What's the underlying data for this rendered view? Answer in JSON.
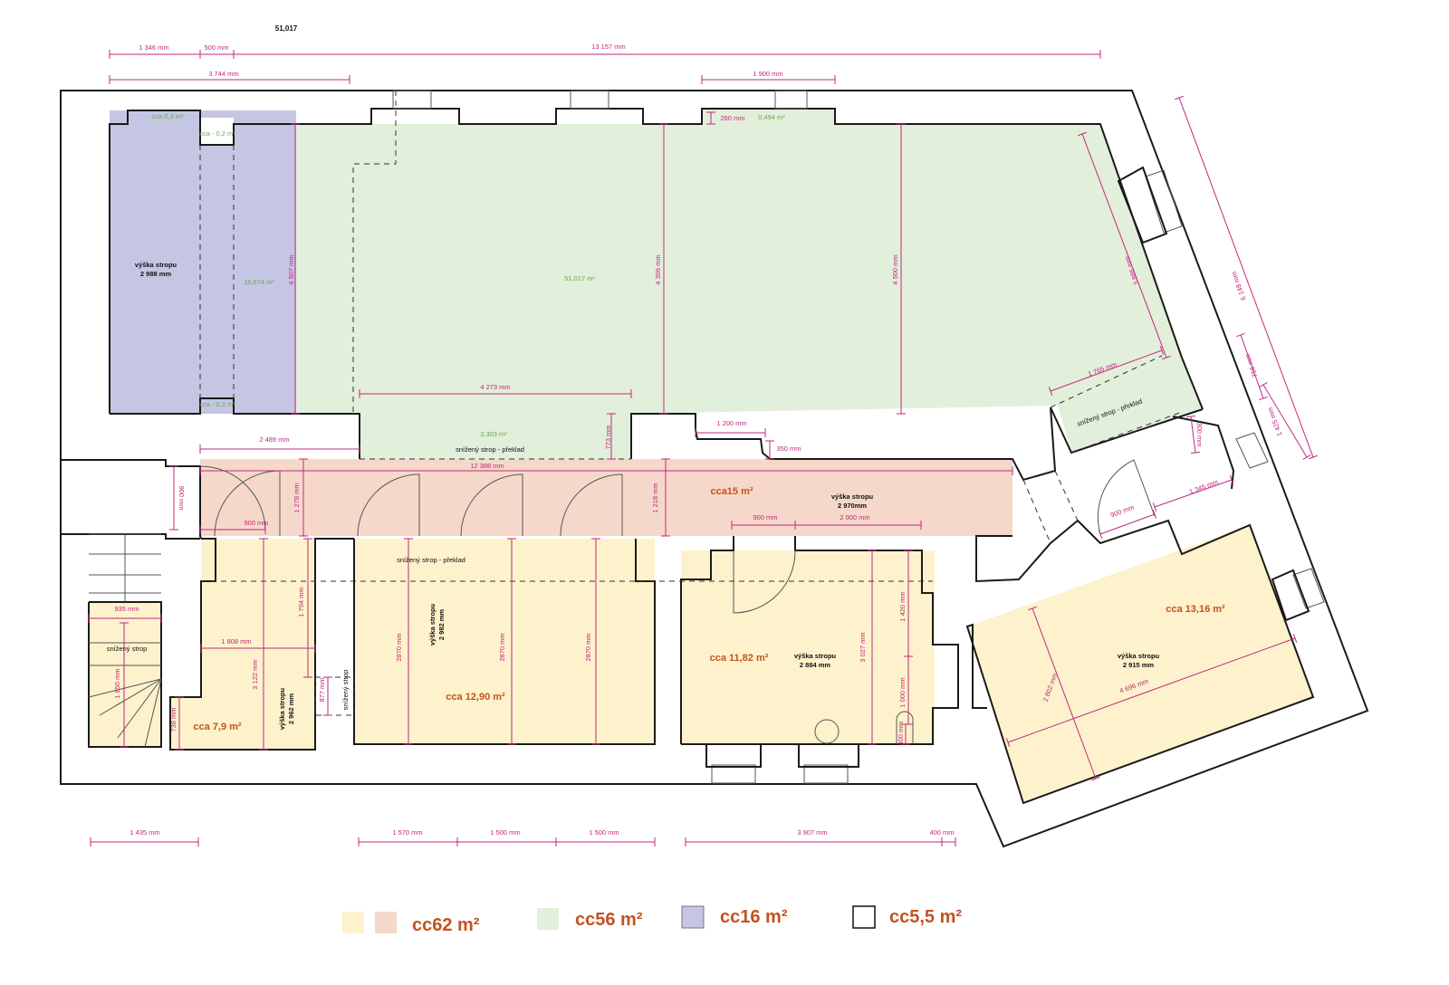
{
  "colors": {
    "yellow": "#fdf2cc",
    "pink": "#f6d8cb",
    "green": "#e2efda",
    "blue": "#c5c6e4",
    "dimension": "#c0287f",
    "green_text": "#6aa84f",
    "area_text": "#c4521f"
  },
  "top_label": "51,017",
  "dimensions": [
    "1 346 mm",
    "500 mm",
    "13 157 mm",
    "3 744 mm",
    "1 900 mm",
    "260 mm",
    "4 507 mm",
    "4 396 mm",
    "4 500 mm",
    "3 886 mm",
    "6 148 mm",
    "756 mm",
    "1 425 mm",
    "1 765 mm",
    "4 273 mm",
    "773 mm",
    "2 489 mm",
    "12 388 mm",
    "1 200 mm",
    "350 mm",
    "300 mm",
    "1 345 mm",
    "900 mm",
    "900 mm",
    "1 278 mm",
    "1 218 mm",
    "900 mm",
    "2 000 mm",
    "900 mm",
    "935 mm",
    "1 808 mm",
    "1 794 mm",
    "3 122 mm",
    "1 850 mm",
    "738 mm",
    "877 mm",
    "2870 mm",
    "2870 mm",
    "2870 mm",
    "1 420 mm",
    "3 027 mm",
    "1 000 mm",
    "400 mm",
    "2 802 mm",
    "4 696 mm",
    "1 435 mm",
    "1 570 mm",
    "1 500 mm",
    "1 500 mm",
    "3 907 mm",
    "400 mm"
  ],
  "green_labels": [
    "cca 0,3 m²",
    "cca - 0,2 m²",
    "16,874 m²",
    "51,017 m²",
    "0,494 m²",
    "3,303 m²",
    "cca - 0,2 m²"
  ],
  "room_areas": [
    "cca15 m²",
    "cca 7,9 m²",
    "cca 12,90 m²",
    "cca 11,82 m²",
    "cca 13,16 m²"
  ],
  "ceiling_heights": [
    {
      "label": "výška stropu",
      "value": "2 988 mm"
    },
    {
      "label": "výška stropu",
      "value": "2 970mm"
    },
    {
      "label": "výška stropu",
      "value": "2 962 mm"
    },
    {
      "label": "výška stropu",
      "value": "2 982 mm"
    },
    {
      "label": "výška stropu",
      "value": "2 884 mm"
    },
    {
      "label": "výška stropu",
      "value": "2 915 mm"
    }
  ],
  "notes": [
    "snížený strop - překlad",
    "snížený strop - překlad",
    "snížený strop - překlad",
    "snížený strop",
    "snížený strop"
  ],
  "legend": [
    {
      "label": "cc62 m²",
      "swatches": [
        "#fdf2cc",
        "#f6d8cb"
      ]
    },
    {
      "label": "cc56 m²",
      "swatches": [
        "#e2efda"
      ]
    },
    {
      "label": "cc16 m²",
      "swatches": [
        "#c5c6e4"
      ]
    },
    {
      "label": "cc5,5 m²",
      "swatches": [
        "#ffffff"
      ]
    }
  ]
}
